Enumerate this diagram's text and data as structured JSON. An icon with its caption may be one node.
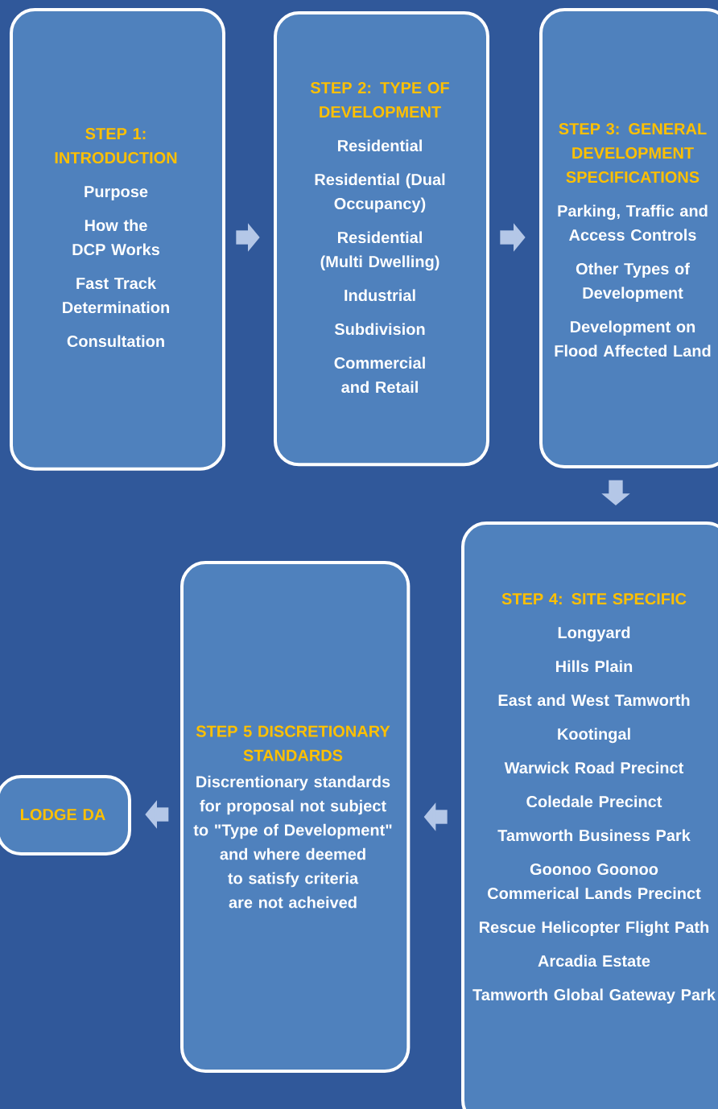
{
  "diagram": {
    "nodes": [
      {
        "text": [
          "STEP 1: INTRODUCTION",
          "Purpose",
          "How the DCP Works",
          "Fast Track Determination",
          "Consultation"
        ]
      },
      {
        "text": [
          "STEP 2: TYPE OF DEVELOPMENT",
          "Residential",
          "Residential (Dual Occupancy)",
          "Residential (Multi Dwelling)",
          "Industrial",
          "Subdivision",
          "Commercial and Retail"
        ]
      },
      {
        "text": [
          "STEP 3: GENERAL DEVELOPMENT SPECIFICATIONS",
          "Parking, Traffic and Access Controls",
          "Other Types of Development",
          "Development on Flood Affected Land"
        ]
      },
      {
        "text": [
          "STEP 4: SITE SPECIFIC",
          "Longyard",
          "Hills Plain",
          "East and West Tamworth",
          "Kootingal",
          "Warwick Road Precinct",
          "Coledale Precinct",
          "Tamworth Business Park",
          "Goonoo Goonoo Commerical Lands Precinct",
          "Rescue Helicopter Flight Path",
          "Arcadia Estate",
          "Tamworth Global Gateway Park"
        ]
      },
      {
        "text": [
          "STEP 5 DISCRETIONARY STANDARDS",
          "Discrentionary standards for proposal not subject to \"Type of Development\" and where deemed to satisfy criteria are not acheived"
        ]
      },
      {
        "text": [
          "LODGE DA"
        ]
      }
    ],
    "edges": [
      {
        "from": 0,
        "to": 1,
        "arrow": "to"
      },
      {
        "from": 1,
        "to": 2,
        "arrow": "to"
      },
      {
        "from": 2,
        "to": 3,
        "arrow": "to"
      },
      {
        "from": 3,
        "to": 4,
        "arrow": "to"
      },
      {
        "from": 4,
        "to": 5,
        "arrow": "to"
      }
    ]
  }
}
